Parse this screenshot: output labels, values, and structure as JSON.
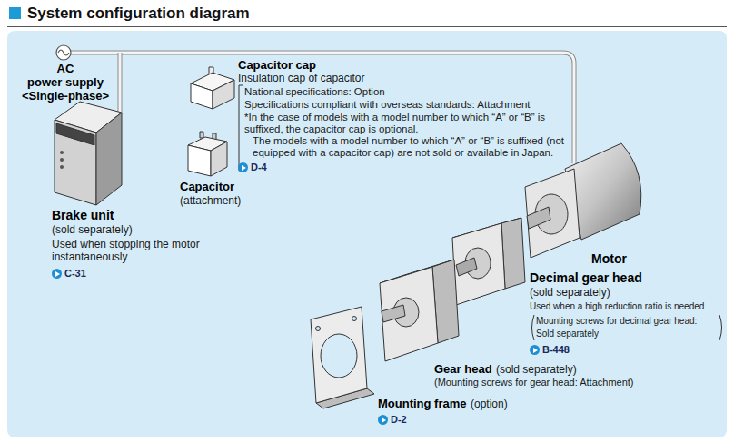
{
  "diagram": {
    "title": "System configuration diagram",
    "labels": [
      "AC",
      "power supply",
      "<Single-phase>",
      "Capacitor cap",
      "Insulation cap of capacitor",
      "National specifications: Option",
      "Specifications compliant with overseas standards: Attachment",
      "*In the case of models with a model number to which “A” or “B” is suffixed, the capacitor cap is optional.",
      "The models with a model number to which “A” or “B” is suffixed (not equipped with a capacitor cap) are not sold or available in Japan.",
      "D-4",
      "Brake unit",
      "(sold separately)",
      "Used when stopping the motor instantaneously",
      "C-31",
      "Capacitor",
      "(attachment)",
      "Motor",
      "Decimal gear head",
      "(sold separately)",
      "Used when a high reduction ratio is needed",
      "Mounting screws for decimal gear head: Sold separately",
      "B-448",
      "Gear head",
      "(sold separately)",
      "(Mounting screws for gear head: Attachment)",
      "Mounting frame",
      "(option)",
      "D-2"
    ]
  }
}
